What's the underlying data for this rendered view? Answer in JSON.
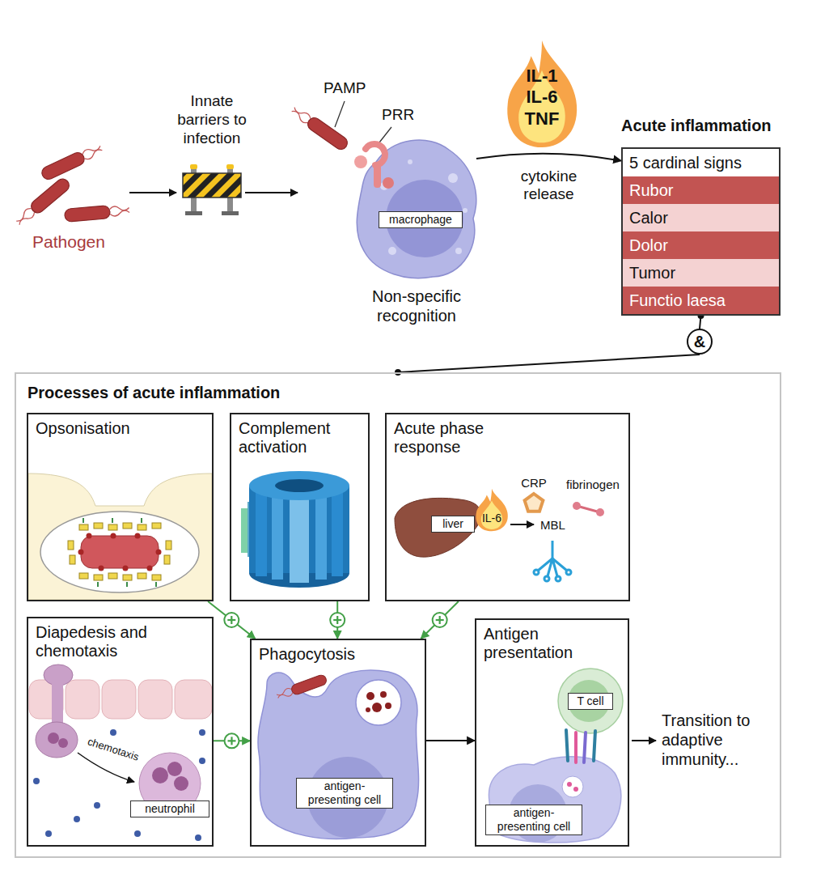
{
  "diagram": {
    "nodes": [
      {
        "text": [
          "Non-specific recognition"
        ]
      },
      {
        "text": [
          "macrophage"
        ],
        "in": 0
      },
      {
        "text": [
          "IL-1 IL-6 TNF"
        ]
      },
      {
        "text": [
          "Acute inflammation"
        ]
      },
      {
        "text": [
          "5 cardinal signs"
        ],
        "in": 3
      },
      {
        "text": [
          "Rubor"
        ],
        "in": 3
      },
      {
        "text": [
          "Calor"
        ],
        "in": 3
      },
      {
        "text": [
          "Dolor"
        ],
        "in": 3
      },
      {
        "text": [
          "Tumor"
        ],
        "in": 3
      },
      {
        "text": [
          "Functio laesa"
        ],
        "in": 3
      },
      {
        "text": [
          "&"
        ]
      },
      {
        "text": [
          "Processes of acute inflammation"
        ]
      },
      {
        "text": [
          "Opsonisation"
        ],
        "in": 11
      },
      {
        "text": [
          "Complement activation"
        ],
        "in": 11
      },
      {
        "text": [
          "Acute phase response"
        ],
        "in": 11
      },
      {
        "text": [
          "liver"
        ],
        "in": 14
      },
      {
        "text": [
          "IL-6"
        ],
        "in": 14
      },
      {
        "text": [
          "Diapedesis and chemotaxis"
        ],
        "in": 11
      },
      {
        "text": [
          "neutrophil"
        ],
        "in": 17
      },
      {
        "text": [
          "Phagocytosis"
        ],
        "in": 11
      },
      {
        "text": [
          "antigen-presenting cell"
        ],
        "in": 19
      },
      {
        "text": [
          "Antigen presentation"
        ],
        "in": 11
      },
      {
        "text": [
          "T cell"
        ],
        "in": 21
      },
      {
        "text": [
          "antigen-presenting cell"
        ],
        "in": 21
      }
    ],
    "edges": [
      {
        "from": 0,
        "to": 3,
        "label": "cytokine release",
        "arrow": "to"
      },
      {
        "from": 3,
        "to": 10,
        "arrow": "none"
      },
      {
        "from": 10,
        "to": 11,
        "arrow": "none"
      },
      {
        "from": 12,
        "to": 19,
        "arrow": "to"
      },
      {
        "from": 13,
        "to": 19,
        "arrow": "to"
      },
      {
        "from": 14,
        "to": 19,
        "arrow": "to"
      },
      {
        "from": 17,
        "to": 19,
        "arrow": "to"
      },
      {
        "from": 19,
        "to": 21,
        "arrow": "to"
      }
    ],
    "labels": [
      "Pathogen",
      "Innate barriers to infection",
      "PAMP",
      "PRR",
      "CRP",
      "fibrinogen",
      "MBL",
      "chemotaxis",
      "Transition to adaptive immunity..."
    ]
  }
}
